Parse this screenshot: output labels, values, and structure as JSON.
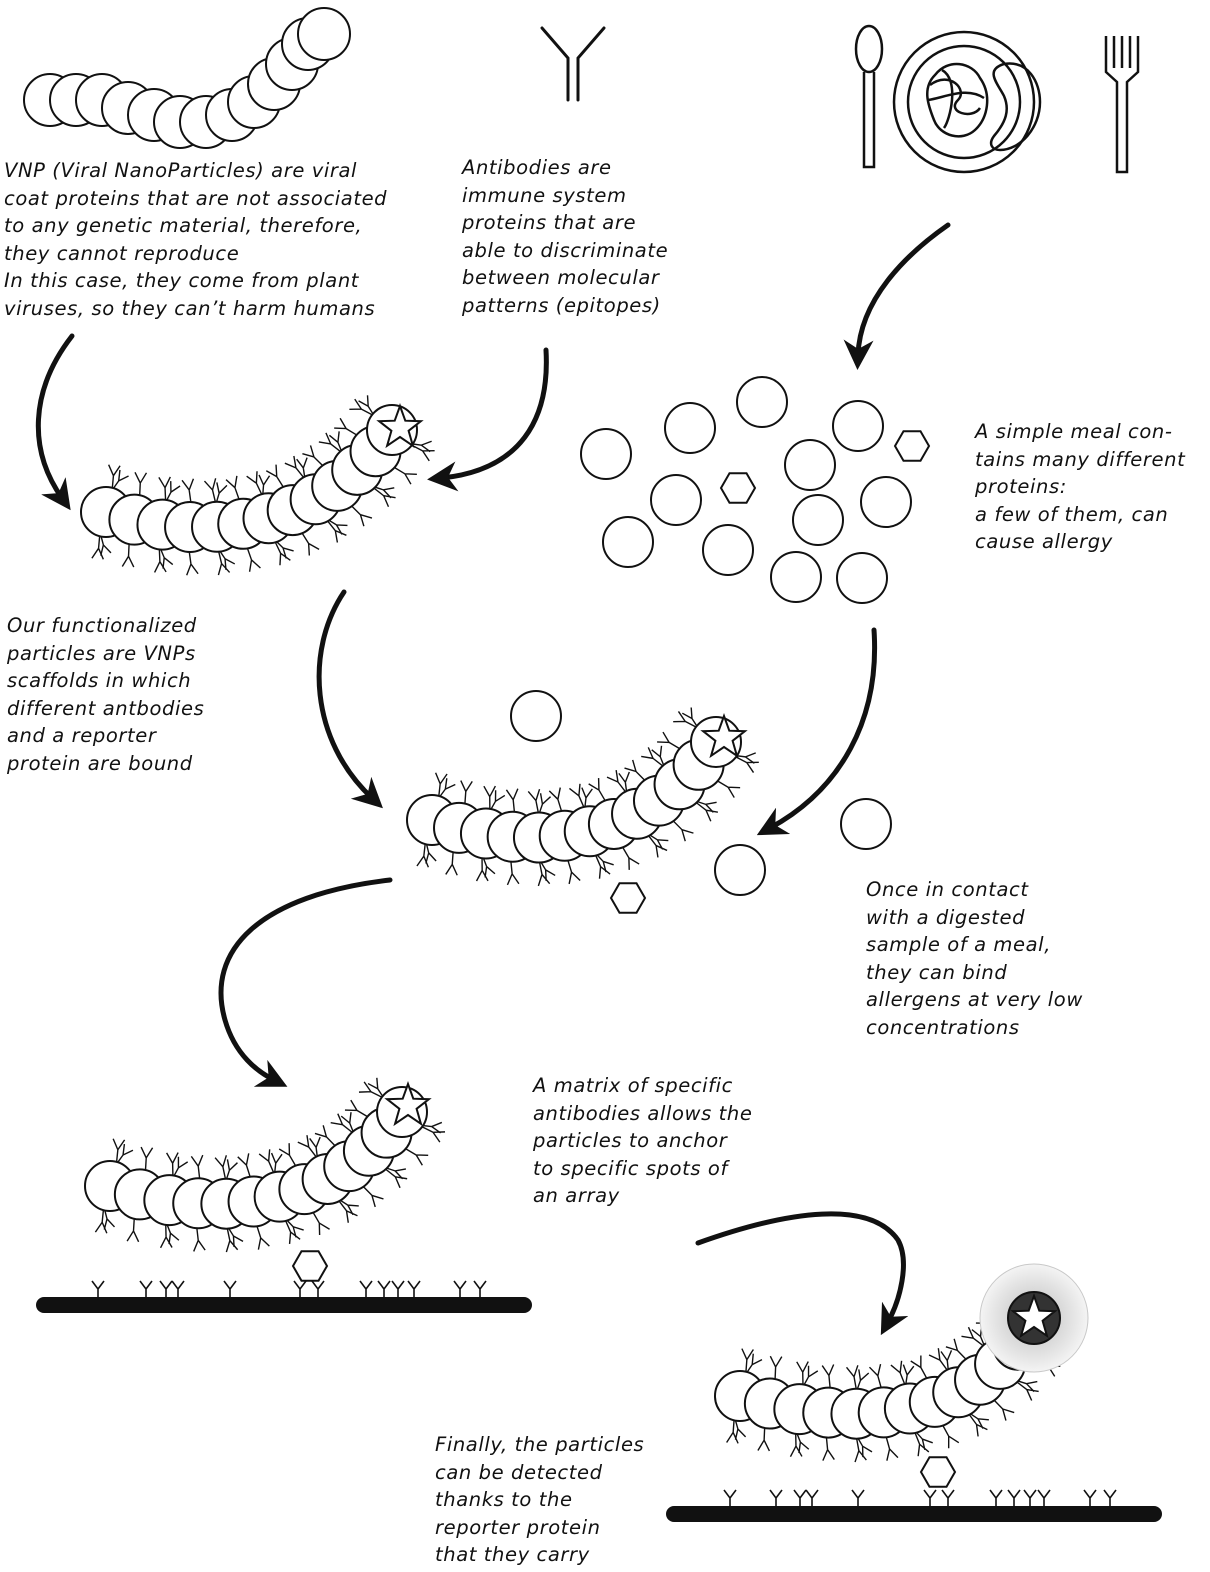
{
  "captions": {
    "vnp": [
      "VNP (Viral NanoParticles) are viral",
      "coat proteins that are not associated",
      "to any genetic material, therefore,",
      "they cannot reproduce",
      "In this case, they come from plant",
      "viruses, so they can’t harm humans"
    ],
    "antibodies": [
      "Antibodies are",
      "immune system",
      "proteins that are",
      "able to discriminate",
      "between molecular",
      "patterns (epitopes)"
    ],
    "meal": [
      "A simple meal con-",
      "tains many different",
      "proteins:",
      "a few of them, can",
      "cause allergy"
    ],
    "functionalized": [
      "Our functionalized",
      "particles are VNPs",
      "scaffolds in which",
      "different antbodies",
      "and a reporter",
      "protein are bound"
    ],
    "contact": [
      "Once in contact",
      "with a digested",
      "sample of a meal,",
      "they can bind",
      "allergens at very low",
      "concentrations"
    ],
    "matrix": [
      "A matrix of specific",
      "antibodies allows the",
      "particles to anchor",
      "to specific spots of",
      "an array"
    ],
    "finally": [
      "Finally, the particles",
      "can be detected",
      "thanks to the",
      "reporter protein",
      "that they carry"
    ]
  },
  "colors": {
    "stroke": "#111111",
    "fill": "#ffffff",
    "glow": "#d9d9d9",
    "dark_star_bg": "#333333"
  }
}
